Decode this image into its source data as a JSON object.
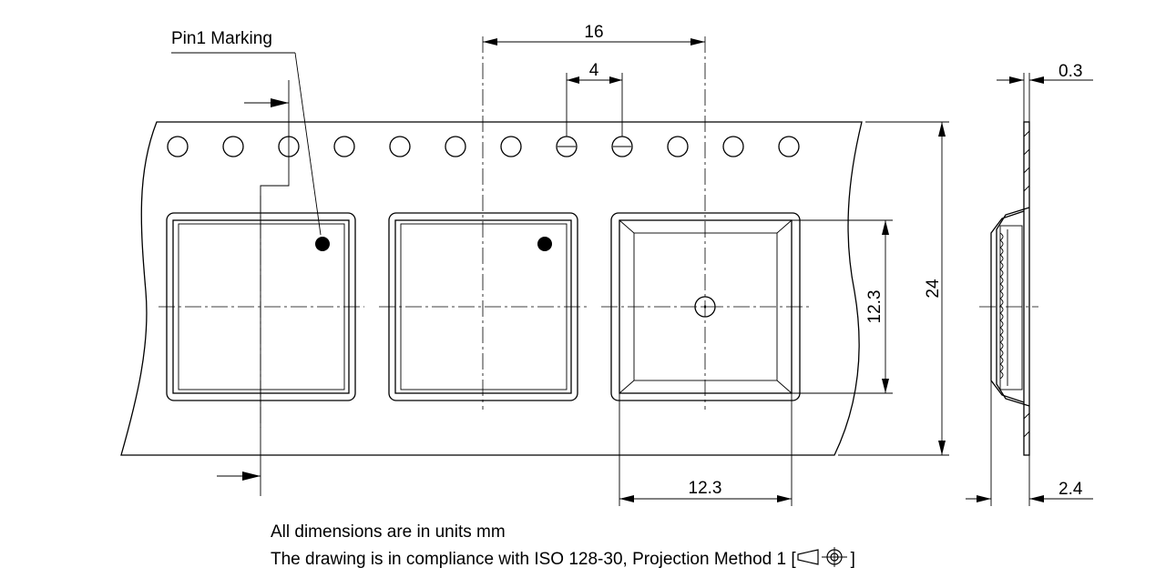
{
  "labels": {
    "pin1": "Pin1 Marking"
  },
  "dimensions": {
    "pitch_16": "16",
    "hole_pitch_4": "4",
    "thickness_0_3": "0.3",
    "tape_width_24": "24",
    "pocket_12_3_vertical": "12.3",
    "pocket_12_3_horizontal": "12.3",
    "depth_2_4": "2.4"
  },
  "notes": {
    "units": "All dimensions are in units mm",
    "compliance_prefix": "The drawing is in compliance with ISO 128-30, Projection Method 1 [",
    "compliance_suffix": "]"
  }
}
